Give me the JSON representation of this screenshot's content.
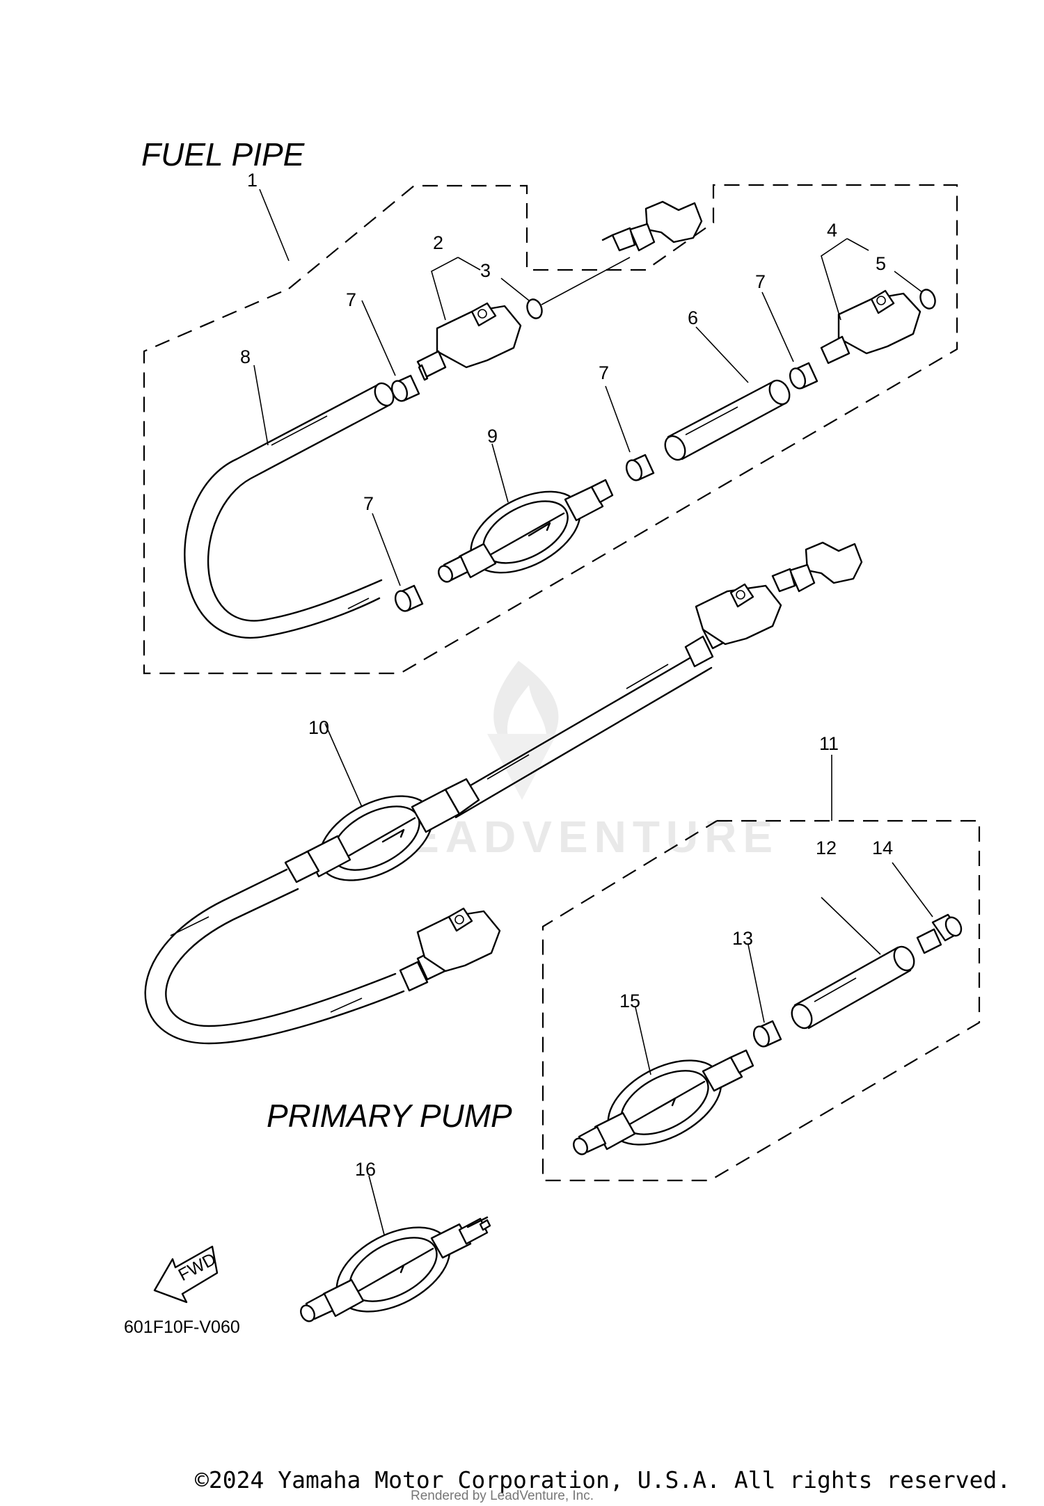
{
  "sections": {
    "fuel_pipe_title": "FUEL PIPE",
    "primary_pump_title": "PRIMARY PUMP"
  },
  "callouts": {
    "c1": "1",
    "c2": "2",
    "c3": "3",
    "c4": "4",
    "c5": "5",
    "c6": "6",
    "c7a": "7",
    "c7b": "7",
    "c7c": "7",
    "c7d": "7",
    "c8": "8",
    "c9": "9",
    "c10": "10",
    "c11": "11",
    "c12": "12",
    "c13": "13",
    "c14": "14",
    "c15": "15",
    "c16": "16"
  },
  "fwd_label": "FWD",
  "diagram_code": "601F10F-V060",
  "watermark": "LEADVENTURE",
  "copyright": "©2024 Yamaha Motor Corporation, U.S.A. All rights reserved.",
  "rendered_by": "Rendered by LeadVenture, Inc."
}
